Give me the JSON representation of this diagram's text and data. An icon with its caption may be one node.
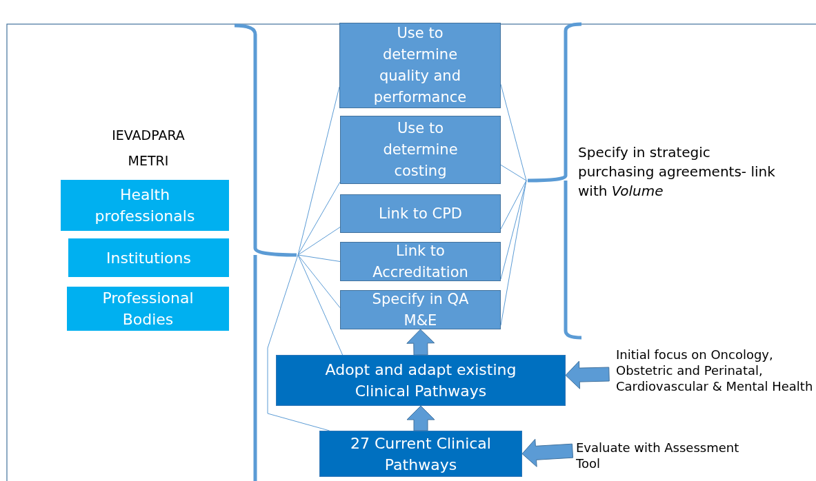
{
  "diagram": {
    "nodes": [
      {
        "text": [
          "Use to determine quality and performance"
        ]
      },
      {
        "text": [
          "Use to determine costing"
        ]
      },
      {
        "text": [
          "Link to CPD"
        ]
      },
      {
        "text": [
          "Link to Accreditation"
        ]
      },
      {
        "text": [
          "Specify in QA M&E"
        ]
      },
      {
        "text": [
          "Adopt and adapt existing Clinical Pathways"
        ]
      },
      {
        "text": [
          "27 Current Clinical Pathways"
        ]
      },
      {
        "text": [
          "Health professionals"
        ]
      },
      {
        "text": [
          "Institutions"
        ]
      },
      {
        "text": [
          "Professional Bodies"
        ]
      },
      {
        "text": [
          "Initial focus on Oncology, Obstetric and Perinatal, Cardiovascular & Mental Health"
        ]
      },
      {
        "text": [
          "Evaluate with Assessment Tool"
        ]
      },
      {
        "text": [],
        "shape": "brace"
      },
      {
        "text": [],
        "shape": "brace"
      }
    ],
    "edges": [
      {
        "from": 12,
        "to": 0,
        "arrow": "none"
      },
      {
        "from": 12,
        "to": 1,
        "arrow": "none"
      },
      {
        "from": 12,
        "to": 2,
        "arrow": "none"
      },
      {
        "from": 12,
        "to": 3,
        "arrow": "none"
      },
      {
        "from": 12,
        "to": 4,
        "arrow": "none"
      },
      {
        "from": 12,
        "to": 5,
        "arrow": "none"
      },
      {
        "from": 12,
        "to": 6,
        "arrow": "none"
      },
      {
        "from": 13,
        "to": 0,
        "arrow": "none"
      },
      {
        "from": 13,
        "to": 1,
        "arrow": "none"
      },
      {
        "from": 13,
        "to": 2,
        "arrow": "none"
      },
      {
        "from": 13,
        "to": 3,
        "arrow": "none"
      },
      {
        "from": 13,
        "to": 4,
        "arrow": "none"
      },
      {
        "from": 5,
        "to": 4,
        "arrow": "to",
        "style": "thick"
      },
      {
        "from": 6,
        "to": 5,
        "arrow": "to",
        "style": "thick"
      },
      {
        "from": 10,
        "to": 5,
        "arrow": "to",
        "style": "thick"
      },
      {
        "from": 11,
        "to": 6,
        "arrow": "to",
        "style": "thick"
      }
    ],
    "labels": [
      "IEVADPARA METRI",
      "Specify in strategic purchasing agreements- link with *Volume*"
    ]
  }
}
